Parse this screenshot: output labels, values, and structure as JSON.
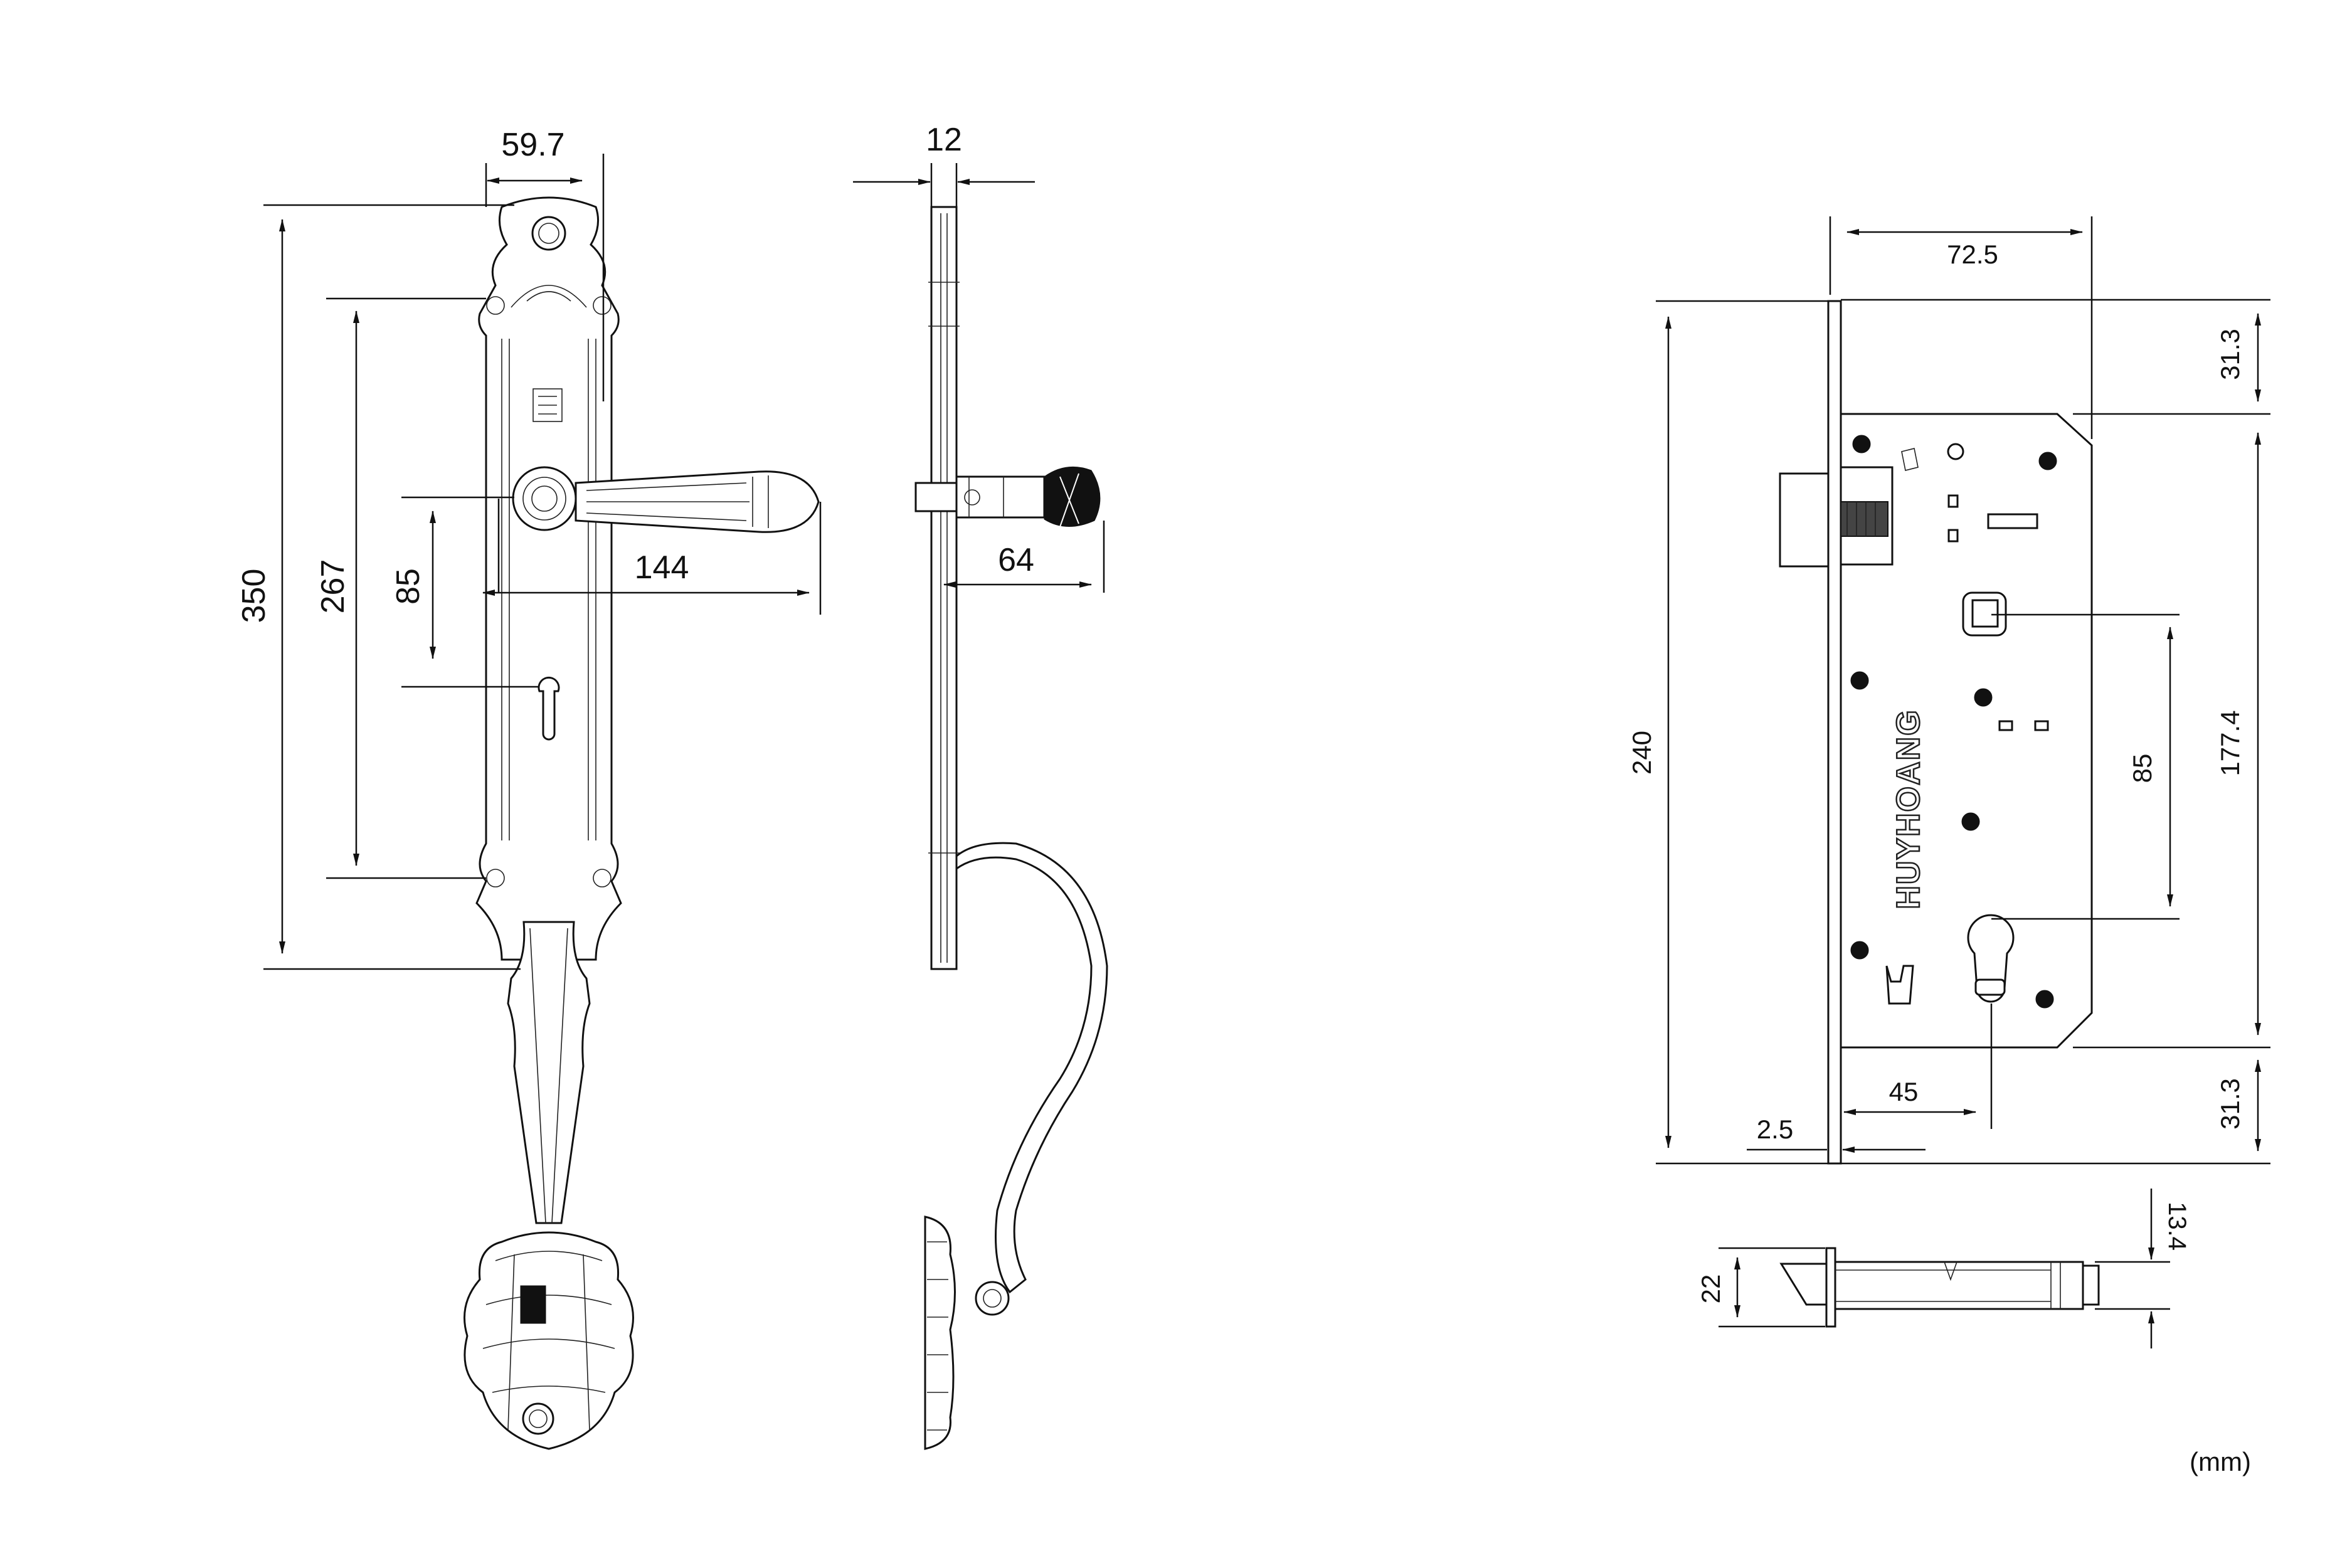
{
  "handle_front": {
    "width_label": "59.7",
    "height_label": "350",
    "mount_distance_label": "267",
    "lever_to_key_label": "85",
    "lever_length_label": "144"
  },
  "handle_side": {
    "plate_thickness_label": "12",
    "projection_label": "64"
  },
  "lock_body": {
    "brand": "HUYHOANG",
    "case_width_label": "72.5",
    "faceplate_height_label": "240",
    "top_margin_label": "31.3",
    "case_height_label": "177.4",
    "center_distance_label": "85",
    "backset_label": "45",
    "faceplate_thickness_label": "2.5",
    "bottom_margin_label": "31.3"
  },
  "lock_bottom": {
    "faceplate_width_label": "22",
    "case_thickness_label": "13.4"
  },
  "unit_label": "(mm)"
}
